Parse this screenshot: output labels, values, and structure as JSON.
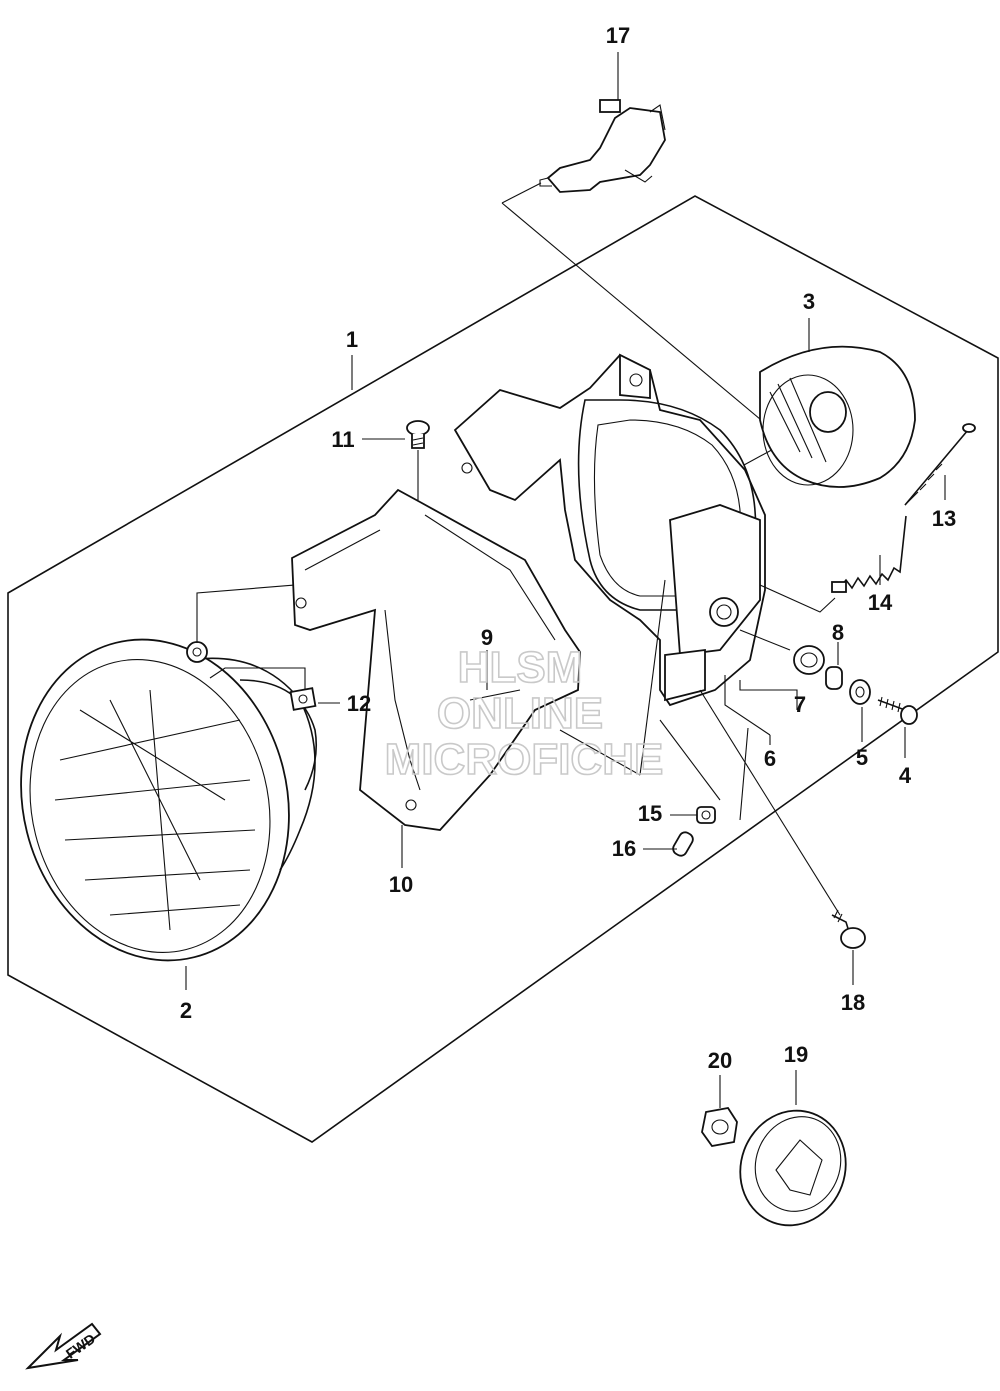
{
  "labels": {
    "p1": "1",
    "p2": "2",
    "p3": "3",
    "p4": "4",
    "p5": "5",
    "p6": "6",
    "p7": "7",
    "p8": "8",
    "p9": "9",
    "p10": "10",
    "p11": "11",
    "p12": "12",
    "p13": "13",
    "p14": "14",
    "p15": "15",
    "p16": "16",
    "p17": "17",
    "p18": "18",
    "p19": "19",
    "p20": "20"
  },
  "watermark": {
    "line1": "HLSM",
    "line2": "ONLINE",
    "line3": "MICROFICHE"
  },
  "fwd_label": "FWD"
}
